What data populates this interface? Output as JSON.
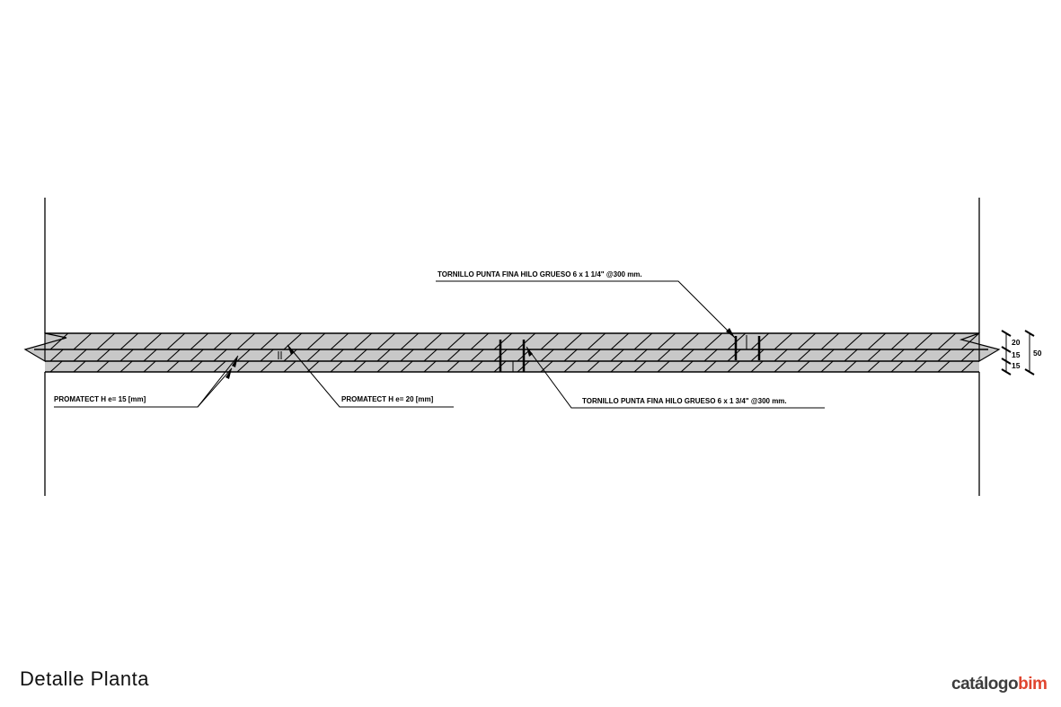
{
  "drawing": {
    "title": "Detalle Planta",
    "labels": {
      "screw_top": "TORNILLO PUNTA FINA HILO GRUESO 6 x 1 1/4\"  @300 mm.",
      "screw_bottom": "TORNILLO PUNTA FINA HILO GRUESO 6 x 1 3/4\"  @300 mm.",
      "board_15": "PROMATECT H e= 15 [mm]",
      "board_20": "PROMATECT H e= 20 [mm]"
    },
    "dimensions": {
      "layer1": "20",
      "layer2": "15",
      "layer3": "15",
      "total": "50"
    }
  },
  "brand": {
    "part1": "catálogo",
    "part2": "bim",
    "color1": "#3d3d3d",
    "color2": "#e0452f"
  }
}
